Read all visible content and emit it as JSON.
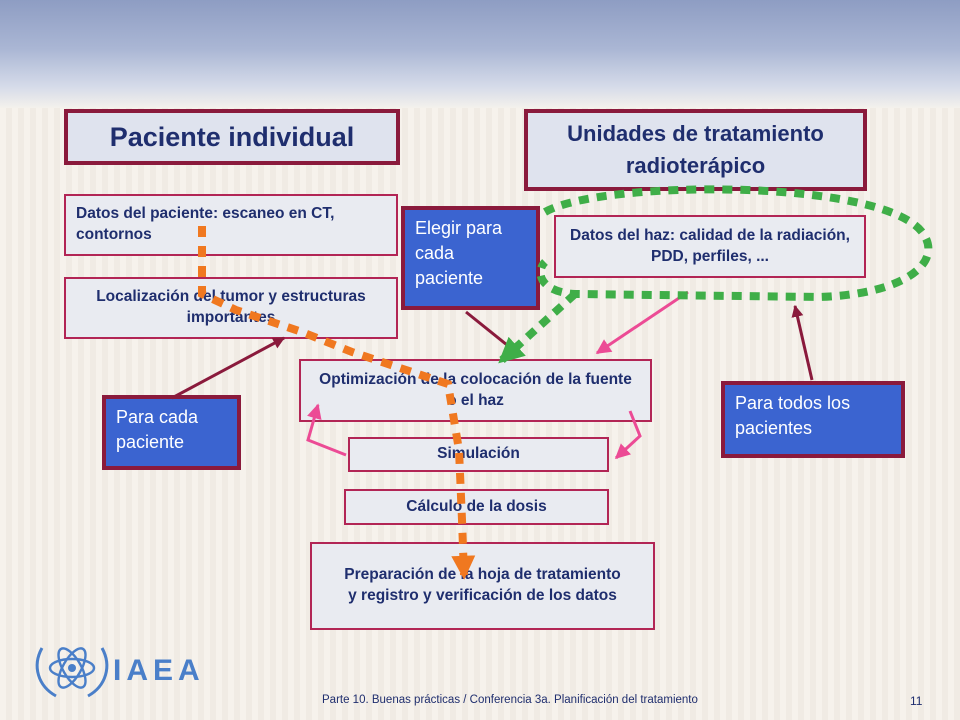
{
  "headers": {
    "individual_patient": "Paciente individual",
    "treatment_units": "Unidades de tratamiento radioterápico"
  },
  "steps": {
    "patient_data": "Datos del paciente: escaneo en CT, contornos",
    "tumor_localization": "Localización del tumor y estructuras importantes",
    "optimization": "Optimización de la colocación de la fuente o el haz",
    "simulation": "Simulación",
    "dose_calculation": "Cálculo de la dosis",
    "treatment_sheet": "Preparación de la hoja de tratamiento y registro y verificación de los datos",
    "beam_data": "Datos del haz: calidad de la radiación, PDD, perfiles, ..."
  },
  "notes": {
    "choose_each_patient": "Elegir para cada paciente",
    "for_each_patient": "Para cada paciente",
    "for_all_patients": "Para todos los pacientes"
  },
  "footer": {
    "logo": "IAEA",
    "text": "Parte 10. Buenas prácticas / Conferencia 3a. Planificación del tratamiento",
    "page": "11"
  },
  "colors": {
    "box_border": "#b22555",
    "header_border": "#8a1a3c",
    "note_fill": "#3b64d0",
    "text": "#1f2e6e",
    "orange_path": "#f07820",
    "green_path": "#3fae48",
    "pink_arrow": "#ec4b95",
    "dark_arrow": "#8a1a3c"
  }
}
